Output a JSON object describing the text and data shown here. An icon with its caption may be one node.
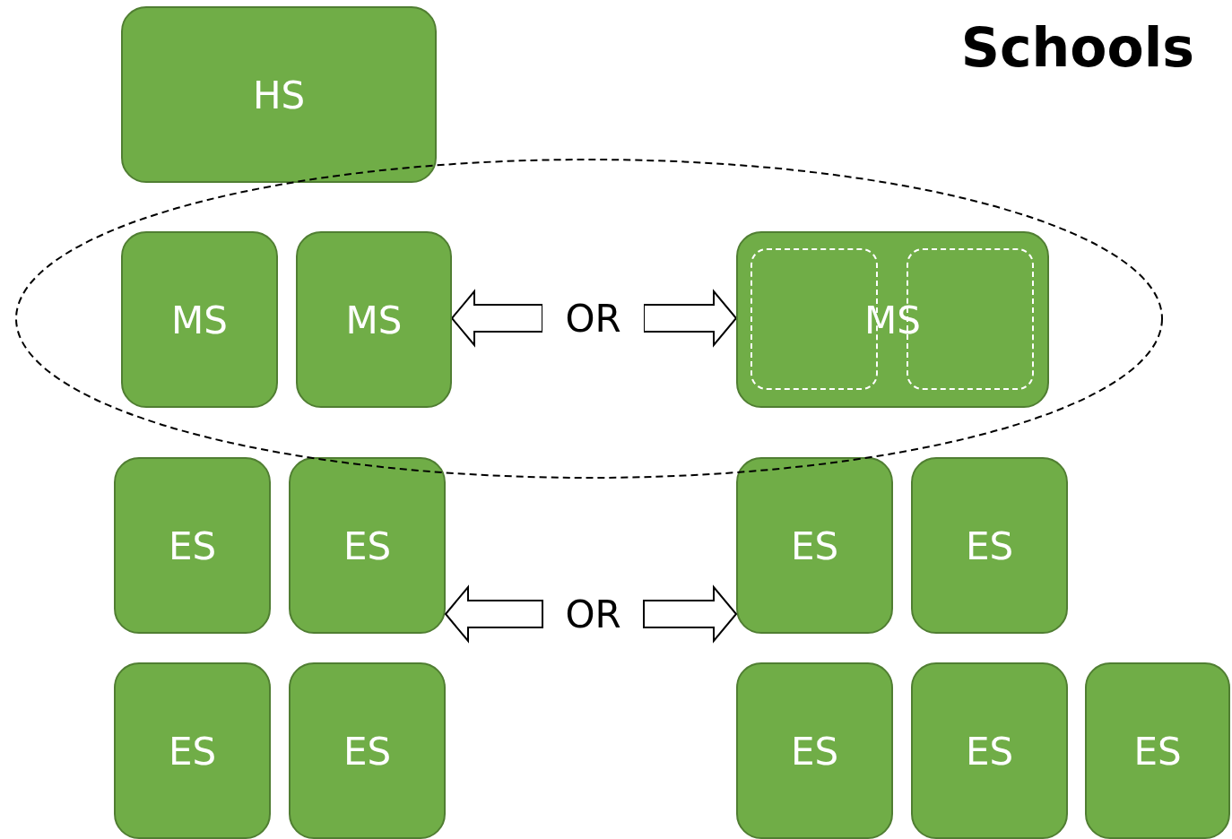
{
  "diagram": {
    "title": "Schools",
    "nodes": [
      {
        "text": [
          "HS"
        ]
      },
      {
        "text": [],
        "shape": "ellipse"
      },
      {
        "text": [
          "MS"
        ],
        "in": 1
      },
      {
        "text": [
          "MS"
        ],
        "in": 1
      },
      {
        "text": [
          "OR"
        ],
        "in": 1
      },
      {
        "text": [
          "MS"
        ],
        "in": 1
      },
      {
        "text": [],
        "shape": "box",
        "in": 5
      },
      {
        "text": [],
        "shape": "box",
        "in": 5
      },
      {
        "text": [
          "ES"
        ]
      },
      {
        "text": [
          "ES"
        ]
      },
      {
        "text": [
          "ES"
        ]
      },
      {
        "text": [
          "ES"
        ]
      },
      {
        "text": [
          "OR"
        ]
      },
      {
        "text": [
          "ES"
        ]
      },
      {
        "text": [
          "ES"
        ]
      },
      {
        "text": [
          "ES"
        ]
      },
      {
        "text": [
          "ES"
        ]
      },
      {
        "text": [
          "ES"
        ]
      }
    ],
    "edges": [
      {
        "from": 4,
        "to": 3,
        "arrow": "to"
      },
      {
        "from": 4,
        "to": 5,
        "arrow": "to"
      },
      {
        "from": 12,
        "to": 9,
        "arrow": "to"
      },
      {
        "from": 12,
        "to": 10,
        "arrow": "to"
      }
    ]
  }
}
